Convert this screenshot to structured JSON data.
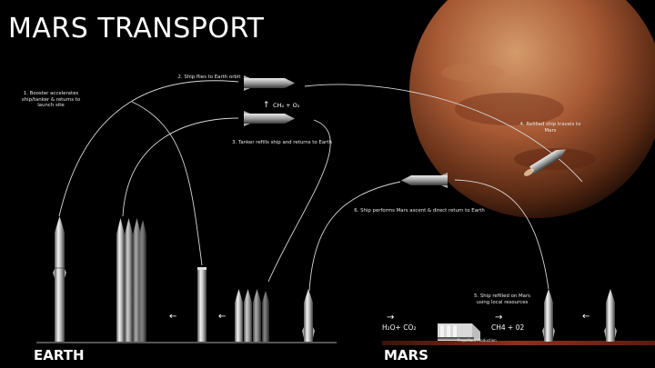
{
  "title": "MARS TRANSPORT",
  "labels": {
    "earth": "EARTH",
    "mars": "MARS"
  },
  "steps": {
    "step1": "1. Booster accelerates ship/tanker & returns to launch site",
    "step2": "2. Ship flies to Earth orbit",
    "step3": "3. Tanker refills ship and returns to Earth",
    "step4": "4. Refilled ship travels to Mars",
    "step5": "5. Ship refilled on Mars using local resources",
    "step6": "6. Ship performs Mars ascent & direct return to Earth"
  },
  "formulas": {
    "orbit_prop": "CH₄ + O₂",
    "mars_inputs": "H₂O+ CO₂",
    "mars_outputs": "CH4 + 02",
    "plant_label": "Propellant Production"
  },
  "arrows": {
    "left": "←",
    "right": "→",
    "up": "↑"
  },
  "colors": {
    "background": "#000000",
    "text": "#ffffff",
    "mars_surface": "#7a2a16",
    "mars_planet": "#b0643e"
  },
  "icons": [
    "rocket-stack-icon",
    "ship-icon",
    "tanker-icon",
    "booster-icon",
    "propellant-plant-icon",
    "mars-planet-icon"
  ]
}
